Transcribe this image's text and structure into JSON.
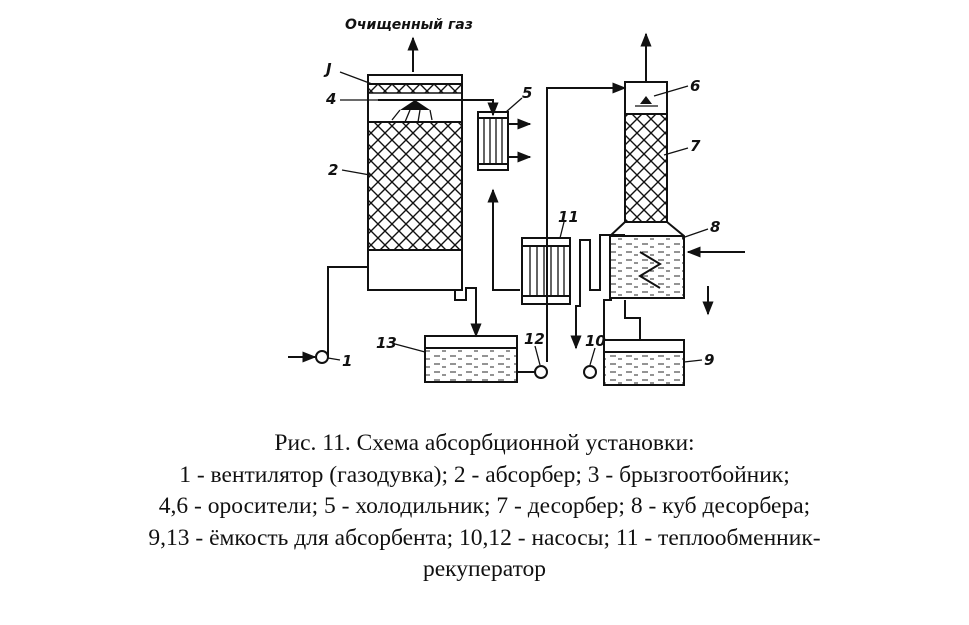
{
  "diagram": {
    "top_label": "Очищенный газ",
    "labels": {
      "l1": "1",
      "l2": "2",
      "l3": "J",
      "l4": "4",
      "l5": "5",
      "l6": "6",
      "l7": "7",
      "l8": "8",
      "l9": "9",
      "l10": "10",
      "l11": "11",
      "l12": "12",
      "l13": "13"
    }
  },
  "caption": {
    "lines": [
      "Рис. 11. Схема абсорбционной установки:",
      "1 - вентилятор (газодувка); 2 - абсорбер; 3 - брызгоотбойник;",
      "4,6 - оросители; 5 - холодильник; 7 - десорбер; 8 - куб десорбера;",
      "9,13 - ёмкость для абсорбента; 10,12 - насосы; 11 - теплообменник-",
      "рекуператор"
    ]
  }
}
